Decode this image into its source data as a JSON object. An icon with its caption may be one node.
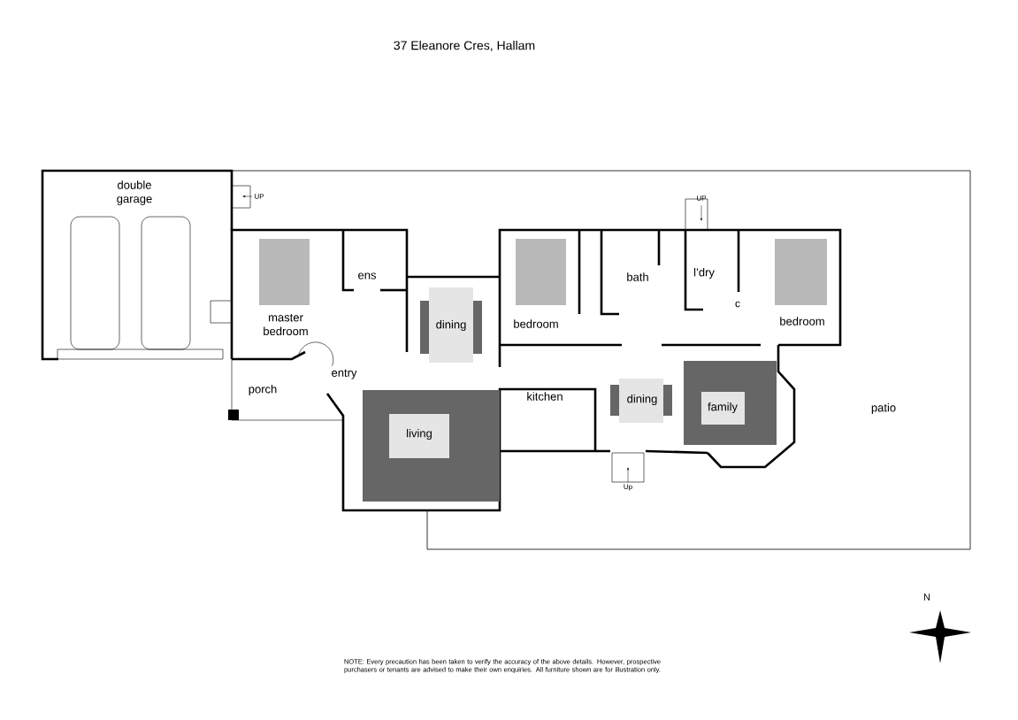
{
  "diagram": {
    "title": "37 Eleanore Cres, Hallam",
    "labels": [
      "double garage",
      "UP",
      "UP",
      "ens",
      "master bedroom",
      "dining",
      "bedroom",
      "bath",
      "l’dry",
      "c",
      "bedroom",
      "entry",
      "porch",
      "kitchen",
      "dining",
      "family",
      "patio",
      "living",
      "Up",
      "N",
      "NOTE: Every precaution has been taken to verify the accuracy of the above details. However, prospective purchasers or tenants are advised to make their own enquiries. All furniture shown are for illustration only."
    ]
  }
}
